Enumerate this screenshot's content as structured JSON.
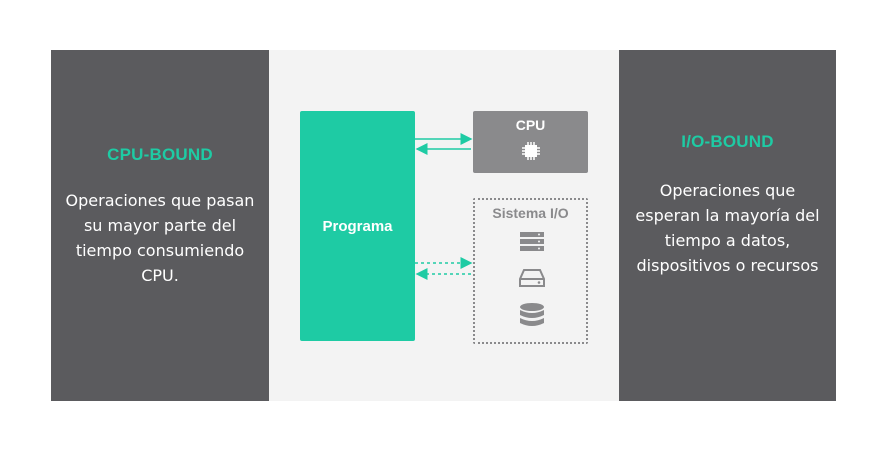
{
  "left": {
    "title": "CPU-BOUND",
    "description": "Operaciones que pasan su mayor parte del tiempo consumiendo CPU."
  },
  "right": {
    "title": "I/O-BOUND",
    "description": "Operaciones que esperan la mayoría del tiempo a datos, dispositivos o recursos"
  },
  "center": {
    "program_label": "Programa",
    "cpu_label": "CPU",
    "io_label": "Sistema I/O",
    "icons": [
      "cpu-chip-icon",
      "server-icon",
      "hard-drive-icon",
      "database-icon"
    ]
  },
  "colors": {
    "accent": "#1ecba4",
    "dark_panel": "#5b5b5e",
    "light_panel": "#f3f3f3",
    "gray": "#8a8a8c"
  }
}
